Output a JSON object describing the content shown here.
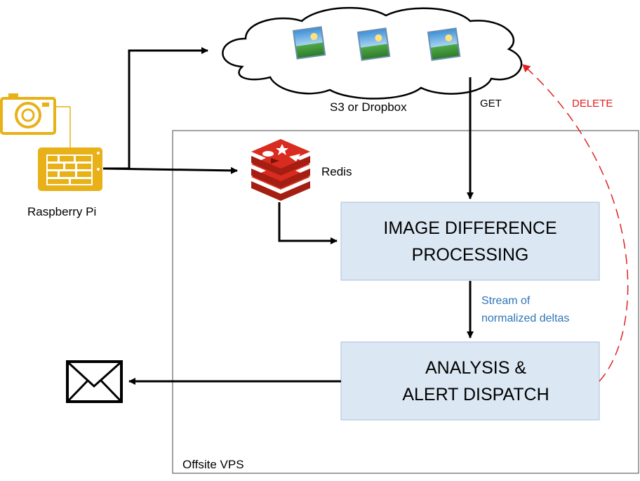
{
  "nodes": {
    "cloud": {
      "label": "S3 or Dropbox"
    },
    "camera": {
      "icon": "camera-icon"
    },
    "raspberry_pi": {
      "label": "Raspberry Pi",
      "icon": "raspberry-pi-board-icon"
    },
    "redis": {
      "label": "Redis",
      "icon": "redis-logo"
    },
    "vps": {
      "label": "Offsite VPS"
    },
    "image_processing": {
      "line1": "IMAGE DIFFERENCE",
      "line2": "PROCESSING"
    },
    "analysis": {
      "line1": "ANALYSIS &",
      "line2": "ALERT DISPATCH"
    },
    "email": {
      "icon": "envelope-icon"
    }
  },
  "edges": {
    "get": {
      "label": "GET"
    },
    "delete": {
      "label": "DELETE"
    },
    "stream": {
      "line1": "Stream of",
      "line2": "normalized deltas"
    }
  },
  "colors": {
    "box_fill": "#dbe7f3",
    "box_stroke": "#a9c2dc",
    "accent_gold": "#e8b117",
    "redis_red": "#d82c20",
    "delete_red": "#e02020",
    "stream_blue": "#2e75b6"
  }
}
